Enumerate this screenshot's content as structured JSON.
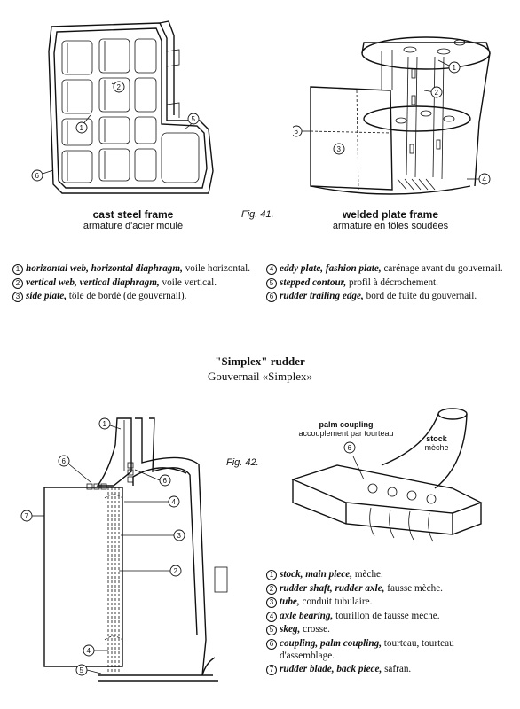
{
  "fig41": {
    "label": "Fig. 41.",
    "cast": {
      "caption_en": "cast steel frame",
      "caption_fr": "armature d'acier moulé"
    },
    "welded": {
      "caption_en": "welded plate frame",
      "caption_fr": "armature en tôles soudées"
    },
    "legend_left": [
      {
        "num": "1",
        "en": "horizontal web, horizontal diaphragm,",
        "fr": " voile horizontal."
      },
      {
        "num": "2",
        "en": "vertical web, vertical diaphragm,",
        "fr": " voile vertical."
      },
      {
        "num": "3",
        "en": "side plate,",
        "fr": " tôle de bordé (de gouvernail)."
      }
    ],
    "legend_right": [
      {
        "num": "4",
        "en": "eddy plate, fashion plate,",
        "fr": " carénage avant du gouvernail."
      },
      {
        "num": "5",
        "en": "stepped contour,",
        "fr": " profil à décrochement."
      },
      {
        "num": "6",
        "en": "rudder trailing edge,",
        "fr": " bord de fuite du gouvernail."
      }
    ]
  },
  "section": {
    "title_en": "\"Simplex\" rudder",
    "title_fr": "Gouvernail «Simplex»"
  },
  "fig42": {
    "label": "Fig. 42.",
    "palm_en": "palm coupling",
    "palm_fr": "accouplement par tourteau",
    "palm_num": "6",
    "stock_en": "stock",
    "stock_fr": "mèche",
    "legend": [
      {
        "num": "1",
        "en": "stock, main piece,",
        "fr": " mèche."
      },
      {
        "num": "2",
        "en": "rudder shaft, rudder axle,",
        "fr": " fausse mèche."
      },
      {
        "num": "3",
        "en": "tube,",
        "fr": " conduit tubulaire."
      },
      {
        "num": "4",
        "en": "axle bearing,",
        "fr": " tourillon de fausse mèche."
      },
      {
        "num": "5",
        "en": "skeg,",
        "fr": " crosse."
      },
      {
        "num": "6",
        "en": "coupling, palm coupling,",
        "fr": " tourteau, tourteau d'assemblage."
      },
      {
        "num": "7",
        "en": "rudder blade, back piece,",
        "fr": " safran."
      }
    ]
  },
  "callouts": {
    "c1": "1",
    "c2": "2",
    "c3": "3",
    "c4": "4",
    "c5": "5",
    "c6": "6",
    "c7": "7"
  }
}
